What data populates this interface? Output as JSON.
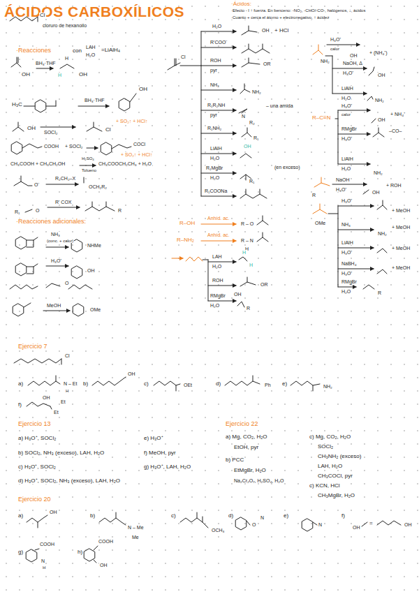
{
  "diagram": {
    "title": "ÁCIDOS CARBOXÍLICOS",
    "labels": [
      "Cl",
      "cloruro de hexanoilo",
      "·Reacciones",
      "con",
      "LAH",
      "H₂O",
      "=LiAlH₄",
      "OH",
      "BH₃·THF",
      "H",
      "H",
      "OH",
      "H₃C",
      "BH₃·THF",
      "OH",
      "OH",
      "SOCl₂",
      "Cl",
      "+ SO₂↑ + HCl↑",
      "COOH",
      "+ SOCl₂",
      "COCl",
      "+ SO₂↑ + HCl↑",
      "CH₃COOH + CH₃CH₂OH",
      "H₂SO₄",
      "Tolueno",
      "CH₃COOCH₂CH₃ + H₂O",
      "O⁻",
      "R₂CH₂–X",
      "OCH₂R₂",
      "R' COX",
      "R₁",
      "O",
      "R",
      "·Reacciones adicionales:",
      "NH₃",
      "(conc. + calor)",
      "NHMe",
      "H₃O⁺",
      "OH",
      "O",
      "MeOH",
      "OMe",
      "·Ácidos:",
      "·Efecto - I ↑ fuerza. En benceno: -NO₂, -CHO/-CO-, halógenos, ↓, ácidos",
      "·Cuanto + cerca el átomo + electronegativo, ↑ ácidez",
      "Cl",
      "H₂O",
      "OH",
      "+ HCl",
      "R'COO⁻",
      "ROH",
      "pyr",
      "OR",
      "NH₃",
      "NH₂",
      "R₁R₂NH",
      "pyr",
      "– una amida",
      "N",
      "R₂",
      "R₁NH₂",
      "R₁",
      "LiAlH",
      "H₂O",
      "OH",
      "R₁MgBr",
      "(en exceso)",
      "H₂O",
      "R₁",
      "R₁COONa",
      "R–OH",
      "Anhíd. ac.",
      "R – O",
      "R–NH₂",
      "Anhíd. ac.",
      "R – N",
      "H",
      "LAH",
      "H₂O",
      "H",
      "H",
      "ROH",
      "OR",
      "RMgBr",
      "H₂O",
      "OH",
      "R",
      "H₃O⁺",
      "calor",
      "OH",
      "+ (NH₄⁺)",
      "NH₂",
      "NaOH, Δ",
      "H₃O⁺",
      "OH",
      "LiAlH",
      "H₂O",
      "NH₂",
      "R–C≡N",
      "H₃O⁺",
      "calor",
      "OH",
      "+ NH₄⁺",
      "RMgBr",
      "H₃O⁺",
      "–CO–",
      "LiAlH",
      "H₂O",
      "NH₂",
      "NaOH",
      "H₃O⁺",
      "OH",
      "+ ROH",
      "R",
      "H₃O⁺",
      "+ MeOH",
      "OMe",
      "NH₃",
      "NH₂",
      "+ MeOH",
      "LiAlH",
      "H₃O⁺",
      "+ MeOH",
      "NaBH₄",
      "H₃O⁺",
      "+ MeOH",
      "RMgBr",
      "H₂O",
      "R",
      "Ejercicio 7",
      "Cl",
      "a)",
      "N – Et",
      "H",
      "b)",
      "OH",
      "c)",
      "OEt",
      "d)",
      "Ph",
      "e)",
      "NH₂",
      "f)",
      "OH",
      "Et",
      "Et",
      "Ejercicio 13",
      "a) H₃O⁺, SOCl₂",
      "b) SOCl₂, NH₃ (exceso), LAH, H₂O",
      "c) H₃O⁺, SOCl₂",
      "d) H₃O⁺, SOCl₂, NH₃ (exceso), LAH, H₂O",
      "e) H₃O⁺",
      "f) MeOH, pyr",
      "g) H₃O⁺, LAH, H₂O",
      "Ejercicio 22",
      "a) Mg, CO₂, H₂O",
      "EtOH, pyr",
      "b) PCC",
      "EtMgBr, H₂O",
      "Na₂Cr₂O₇, H₂SO₄, H₂O",
      "c) Mg, CO₂, H₂O",
      "SOCl₂",
      "CH₃NH₂ (exceso)",
      "LAH, H₂O",
      "CH₃COCl, pyr",
      "c) KCN, HCl",
      "CH₃MgBr, H₂O",
      "Ejercicio 20",
      "a)",
      "OH",
      "b)",
      "N – Me",
      "Me",
      "c)",
      "OCH₃",
      "d)",
      "O",
      "N",
      "e)",
      "N",
      "f)",
      "OH",
      "=",
      "OH",
      "g)",
      "COOH",
      "N",
      "H",
      "h)",
      "COOH",
      "OH"
    ]
  }
}
